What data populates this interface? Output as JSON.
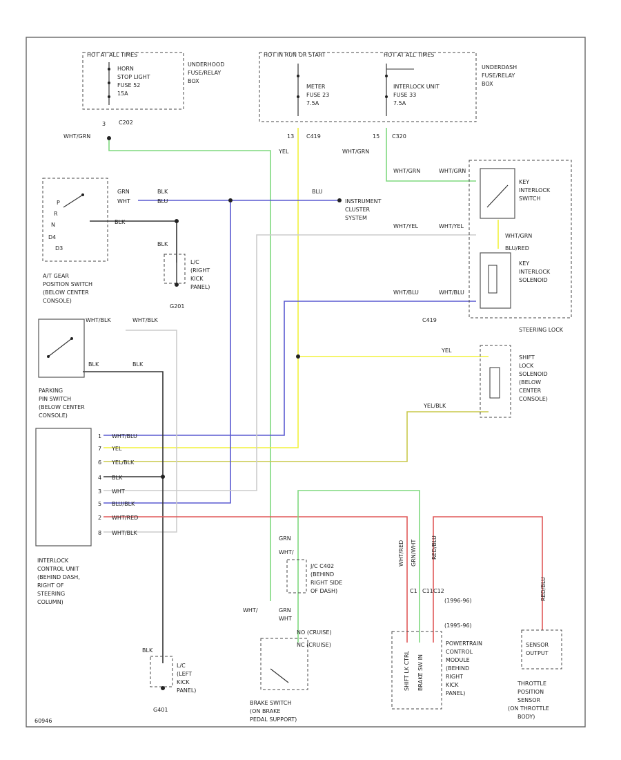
{
  "colors": {
    "green": "#7ed87e",
    "yellow": "#f2f23a",
    "blue": "#5a5ad0",
    "red": "#e05858",
    "olive": "#c8c84a",
    "black": "#333333",
    "white": "#cccccc"
  },
  "fusebox_left": {
    "header": "HOT AT ALL TIMES",
    "fuse": [
      "HORN",
      "STOP LIGHT",
      "FUSE 52",
      "15A"
    ],
    "box_name": [
      "UNDERHOOD",
      "FUSE/RELAY",
      "BOX"
    ],
    "connector": "C202",
    "pin": "3",
    "wire": "WHT/GRN"
  },
  "fusebox_right": {
    "header_a": "HOT IN RUN OR START",
    "header_b": "HOT AT ALL TIMES",
    "fuse_a": [
      "METER",
      "FUSE 23",
      "7.5A"
    ],
    "fuse_b": [
      "INTERLOCK UNIT",
      "FUSE 33",
      "7.5A"
    ],
    "box_name": [
      "UNDERDASH",
      "FUSE/RELAY",
      "BOX"
    ],
    "conn_a": "C419",
    "conn_a_pin": "13",
    "wire_a": "YEL",
    "conn_b": "C320",
    "conn_b_pin": "15",
    "wire_b": "WHT/GRN"
  },
  "gear_switch": {
    "positions": [
      "P",
      "R",
      "N",
      "D4",
      "D3"
    ],
    "wire_top_a": "GRN",
    "wire_top_b": "BLK",
    "wire_top_c": "WHT",
    "wire_top_d": "BLU",
    "wire_bottom": "BLK",
    "name": [
      "A/T GEAR",
      "POSITION SWITCH",
      "(BELOW CENTER",
      "CONSOLE)"
    ]
  },
  "ground_g201": {
    "wire": "BLK",
    "label": [
      "L/C",
      "(RIGHT",
      "KICK",
      "PANEL)"
    ],
    "id": "G201"
  },
  "instrument_cluster": {
    "wire": "BLU",
    "label": [
      "INSTRUMENT",
      "CLUSTER",
      "SYSTEM"
    ]
  },
  "steering_lock": {
    "wire_in_a": "WHT/GRN",
    "wire_in_b": "WHT/GRN",
    "key_switch": [
      "KEY",
      "INTERLOCK",
      "SWITCH"
    ],
    "wire_yel_a": "WHT/YEL",
    "wire_yel_b": "WHT/YEL",
    "wire_wg": "WHT/GRN",
    "wire_blured": "BLU/RED",
    "solenoid": [
      "KEY",
      "INTERLOCK",
      "SOLENOID"
    ],
    "wire_blu_a": "WHT/BLU",
    "wire_blu_b": "WHT/BLU",
    "connector": "C419",
    "name": "STEERING LOCK"
  },
  "shift_lock": {
    "wire_yel": "YEL",
    "wire_yb": "YEL/BLK",
    "label": [
      "SHIFT",
      "LOCK",
      "SOLENOID",
      "(BELOW",
      "CENTER",
      "CONSOLE)"
    ]
  },
  "park_switch": {
    "wire_a1": "WHT/BLK",
    "wire_a2": "WHT/BLK",
    "wire_b1": "BLK",
    "wire_b2": "BLK",
    "label": [
      "PARKING",
      "PIN SWITCH",
      "(BELOW CENTER",
      "CONSOLE)"
    ]
  },
  "control_unit": {
    "pins": [
      {
        "n": "1",
        "wire": "WHT/BLU"
      },
      {
        "n": "7",
        "wire": "YEL"
      },
      {
        "n": "6",
        "wire": "YEL/BLK"
      },
      {
        "n": "4",
        "wire": "BLK"
      },
      {
        "n": "3",
        "wire": "WHT"
      },
      {
        "n": "5",
        "wire": "BLU/BLK"
      },
      {
        "n": "2",
        "wire": "WHT/RED"
      },
      {
        "n": "8",
        "wire": "WHT/BLK"
      }
    ],
    "label": [
      "INTERLOCK",
      "CONTROL UNIT",
      "(BEHIND DASH,",
      "RIGHT OF",
      "STEERING",
      "COLUMN)"
    ]
  },
  "ground_g401": {
    "wire": "BLK",
    "label": [
      "L/C",
      "(LEFT",
      "KICK",
      "PANEL)"
    ],
    "id": "G401"
  },
  "brake_switch": {
    "wire_top": "GRN",
    "wire_top_b": "WHT/",
    "jc": [
      "J/C C402",
      "(BEHIND",
      "RIGHT SIDE",
      "OF DASH)"
    ],
    "wire_l": "WHT/",
    "wire_r": "GRN",
    "wire_r_b": "WHT",
    "no_label": "NO (CRUISE)",
    "nc_label": "NC (CRUISE)",
    "name": [
      "BRAKE SWITCH",
      "(ON BRAKE",
      "PEDAL SUPPORT)"
    ]
  },
  "pcm": {
    "wire_a": "WHT/RED",
    "wire_b": "GRN/WHT",
    "wire_c": "RED/BLU",
    "pins": [
      "SHIFT LK CTRL",
      "BRAKE SW IN"
    ],
    "pin_a": "C1",
    "pin_b": "C11",
    "pin_c": "C12",
    "years_a": "(1996-96)",
    "years_b": "(1995-96)",
    "label": [
      "POWERTRAIN",
      "CONTROL",
      "MODULE",
      "(BEHIND",
      "RIGHT",
      "KICK",
      "PANEL)"
    ]
  },
  "tps": {
    "wire": "RED/BLU",
    "box": [
      "SENSOR",
      "OUTPUT"
    ],
    "label": [
      "THROTTLE",
      "POSITION",
      "SENSOR",
      "(ON THROTTLE",
      "BODY)"
    ]
  },
  "footer_code": "60946"
}
